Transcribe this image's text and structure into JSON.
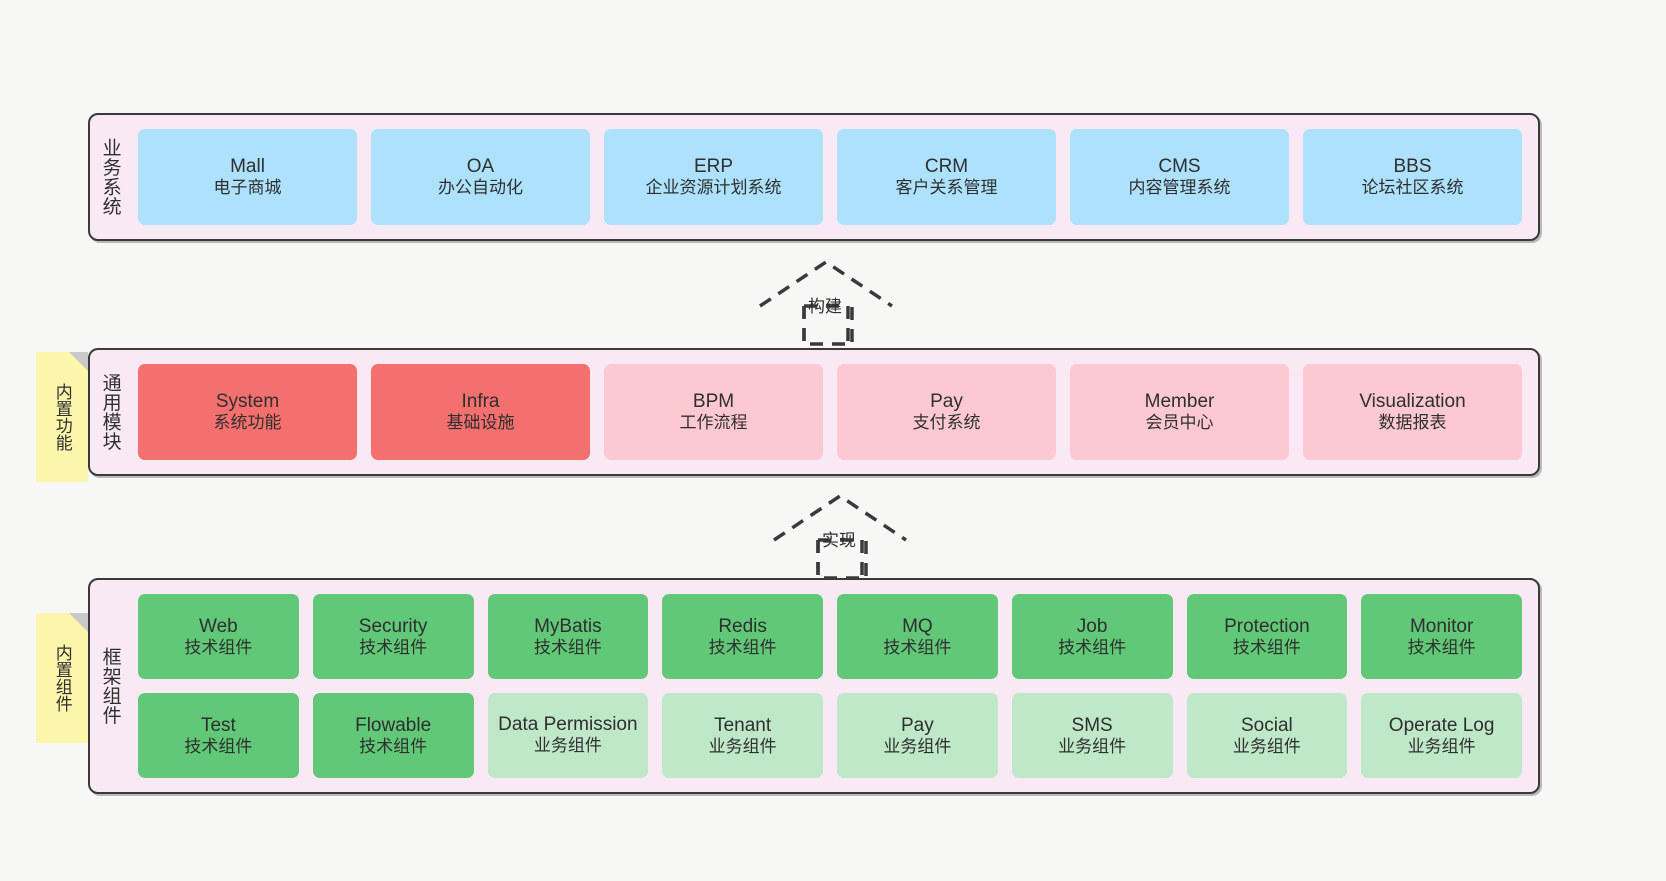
{
  "colors": {
    "page_bg": "#f7f7f6",
    "layer_bg": "#f9e9f5",
    "layer_border": "#3a3a3a",
    "blue": "#ade1fc",
    "red": "#f4706e",
    "pink": "#fcc9d2",
    "green": "#61c878",
    "light_green": "#bfe8c8",
    "note_yellow": "#fcf6ac",
    "note_fold": "#c9c9c9",
    "text": "#2f2f2f"
  },
  "layers": [
    {
      "id": "business-system",
      "title": "业务系统",
      "cards": [
        {
          "name": "Mall",
          "desc": "电子商城"
        },
        {
          "name": "OA",
          "desc": "办公自动化"
        },
        {
          "name": "ERP",
          "desc": "企业资源计划系统"
        },
        {
          "name": "CRM",
          "desc": "客户关系管理"
        },
        {
          "name": "CMS",
          "desc": "内容管理系统"
        },
        {
          "name": "BBS",
          "desc": "论坛社区系统"
        }
      ]
    },
    {
      "id": "common-module",
      "title": "通用模块",
      "note": "内置功能",
      "cards": [
        {
          "name": "System",
          "desc": "系统功能",
          "style": "red"
        },
        {
          "name": "Infra",
          "desc": "基础设施",
          "style": "red"
        },
        {
          "name": "BPM",
          "desc": "工作流程",
          "style": "pink"
        },
        {
          "name": "Pay",
          "desc": "支付系统",
          "style": "pink"
        },
        {
          "name": "Member",
          "desc": "会员中心",
          "style": "pink"
        },
        {
          "name": "Visualization",
          "desc": "数据报表",
          "style": "pink"
        }
      ]
    },
    {
      "id": "framework-component",
      "title": "框架组件",
      "note": "内置组件",
      "row1": [
        {
          "name": "Web",
          "desc": "技术组件",
          "style": "green"
        },
        {
          "name": "Security",
          "desc": "技术组件",
          "style": "green"
        },
        {
          "name": "MyBatis",
          "desc": "技术组件",
          "style": "green"
        },
        {
          "name": "Redis",
          "desc": "技术组件",
          "style": "green"
        },
        {
          "name": "MQ",
          "desc": "技术组件",
          "style": "green"
        },
        {
          "name": "Job",
          "desc": "技术组件",
          "style": "green"
        },
        {
          "name": "Protection",
          "desc": "技术组件",
          "style": "green"
        },
        {
          "name": "Monitor",
          "desc": "技术组件",
          "style": "green"
        }
      ],
      "row2": [
        {
          "name": "Test",
          "desc": "技术组件",
          "style": "green"
        },
        {
          "name": "Flowable",
          "desc": "技术组件",
          "style": "green"
        },
        {
          "name": "Data Permission",
          "desc": "业务组件",
          "style": "light_green"
        },
        {
          "name": "Tenant",
          "desc": "业务组件",
          "style": "light_green"
        },
        {
          "name": "Pay",
          "desc": "业务组件",
          "style": "light_green"
        },
        {
          "name": "SMS",
          "desc": "业务组件",
          "style": "light_green"
        },
        {
          "name": "Social",
          "desc": "业务组件",
          "style": "light_green"
        },
        {
          "name": "Operate Log",
          "desc": "业务组件",
          "style": "light_green"
        }
      ]
    }
  ],
  "connectors": [
    {
      "id": "build",
      "label": "构建",
      "from": "common-module",
      "to": "business-system"
    },
    {
      "id": "implement",
      "label": "实现",
      "from": "framework-component",
      "to": "common-module"
    }
  ]
}
